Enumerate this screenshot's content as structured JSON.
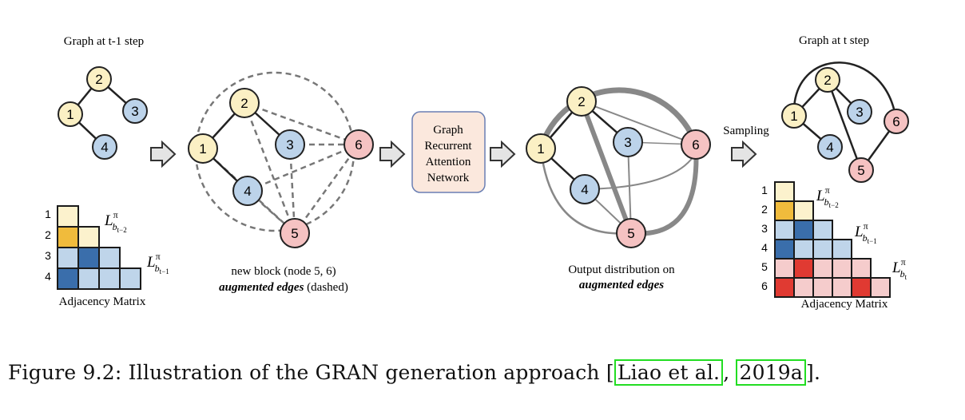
{
  "panels": {
    "prev_graph_title": "Graph at t-1 step",
    "next_graph_title": "Graph at t step",
    "adjacency_label_left": "Adjacency Matrix",
    "adjacency_label_right": "Adjacency Matrix",
    "new_block_line1": "new block (node 5, 6)",
    "new_block_line2_em": "augmented edges",
    "new_block_line2_rest": " (dashed)",
    "output_line1": "Output distribution on",
    "output_line2_em": "augmented edges",
    "sampling_label": "Sampling"
  },
  "gran_box": {
    "lines": [
      "Graph",
      "Recurrent",
      "Attention",
      "Network"
    ]
  },
  "math": {
    "L": "L",
    "pi": "π",
    "b": "b",
    "sub_t_minus_2": "t−2",
    "sub_t_minus_1": "t−1",
    "sub_t": "t"
  },
  "nodes": [
    "1",
    "2",
    "3",
    "4",
    "5",
    "6"
  ],
  "colors": {
    "yellow_node": "#fbf0c4",
    "blue_node": "#bcd3ea",
    "pink_node": "#f5c2c2",
    "matrix_light_yellow": "#fcf2cd",
    "matrix_orange": "#f0bb3c",
    "matrix_light_blue": "#bfd5ea",
    "matrix_dark_blue": "#3a6eab",
    "matrix_light_pink": "#f5cccc",
    "matrix_red": "#e03a32",
    "gran_box_fill": "#fbe8dd",
    "gran_box_border": "#6a7fb3",
    "citation_border": "#22dd22"
  },
  "matrix_left": {
    "row_labels": [
      "1",
      "2",
      "3",
      "4"
    ],
    "cells": [
      [
        "y"
      ],
      [
        "o",
        "y"
      ],
      [
        "b",
        "B",
        "b"
      ],
      [
        "B",
        "b",
        "b",
        "b"
      ]
    ]
  },
  "matrix_right": {
    "row_labels": [
      "1",
      "2",
      "3",
      "4",
      "5",
      "6"
    ],
    "cells": [
      [
        "y"
      ],
      [
        "o",
        "y"
      ],
      [
        "b",
        "B",
        "b"
      ],
      [
        "B",
        "b",
        "b",
        "b"
      ],
      [
        "p",
        "R",
        "p",
        "p",
        "p"
      ],
      [
        "R",
        "p",
        "p",
        "p",
        "R",
        "p"
      ]
    ]
  },
  "caption": {
    "prefix": "Figure 9.2: Illustration of the GRAN generation approach [",
    "cite1": "Liao et al.",
    "sep": ", ",
    "cite2": "2019a",
    "suffix": "]."
  }
}
